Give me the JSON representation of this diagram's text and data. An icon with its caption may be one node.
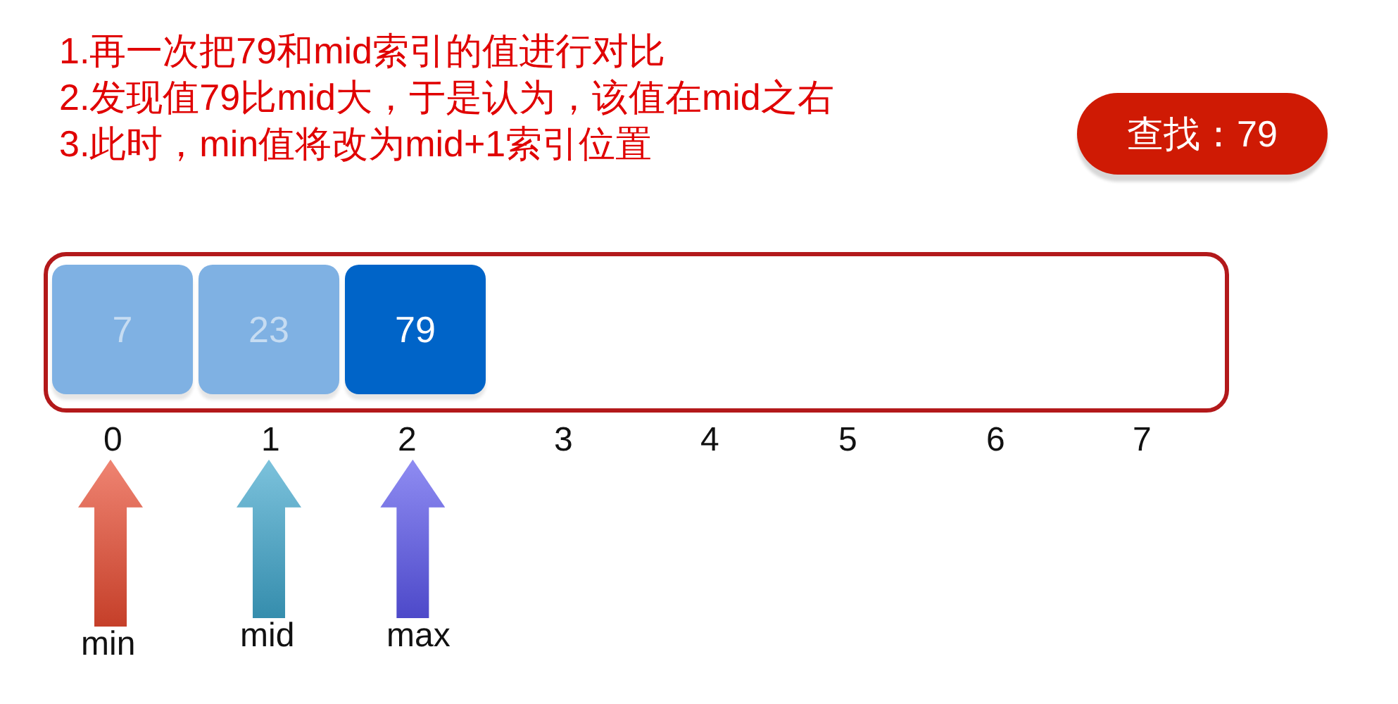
{
  "diagram": {
    "nodes": [
      {
        "text": [
          "查找：79"
        ]
      },
      {
        "text": [],
        "shape": "box"
      },
      {
        "text": [
          "7"
        ],
        "in": 1
      },
      {
        "text": [
          "23"
        ],
        "in": 1
      },
      {
        "text": [
          "79"
        ],
        "in": 1
      },
      {
        "text": [
          "0"
        ]
      },
      {
        "text": [
          "1"
        ]
      },
      {
        "text": [
          "2"
        ]
      },
      {
        "text": [
          "min"
        ]
      },
      {
        "text": [
          "mid"
        ]
      },
      {
        "text": [
          "max"
        ]
      }
    ],
    "edges": [
      {
        "from": 8,
        "to": 5,
        "arrow": "to",
        "color": "#e84a30"
      },
      {
        "from": 9,
        "to": 6,
        "arrow": "to",
        "color": "#3ea6cc"
      },
      {
        "from": 10,
        "to": 7,
        "arrow": "to",
        "color": "#5a56ec"
      }
    ],
    "labels": [
      "1.再一次把79和mid索引的值进行对比",
      "2.发现值79比mid大，于是认为，该值在mid之右",
      "3.此时，min值将改为mid+1索引位置",
      "3",
      "4",
      "5",
      "6",
      "7"
    ]
  }
}
